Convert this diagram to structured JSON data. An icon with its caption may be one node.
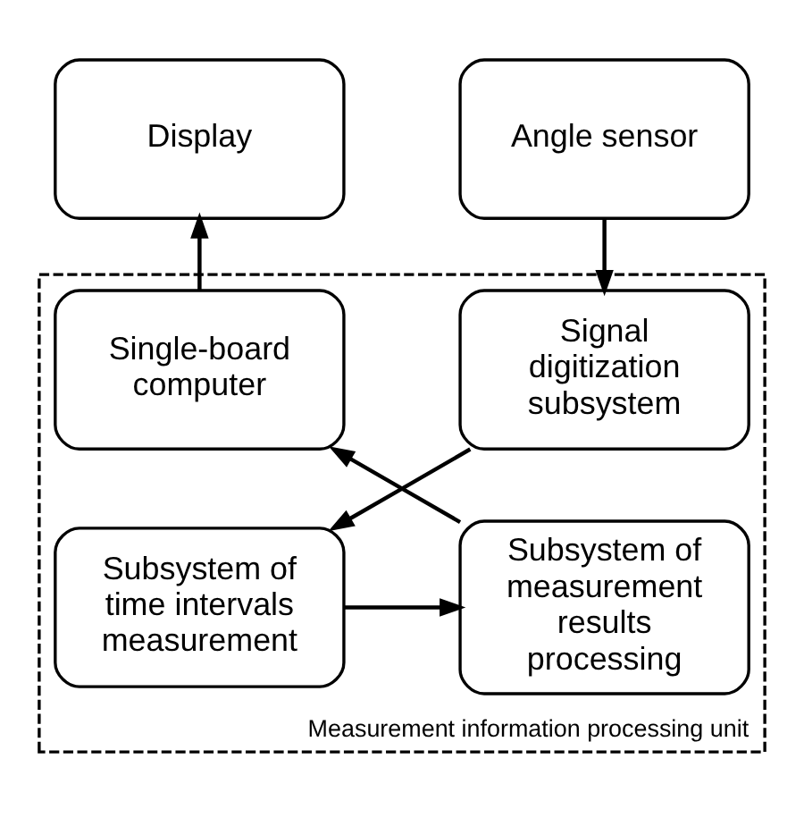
{
  "diagram": {
    "nodes": [
      {
        "text": [
          "Measurement information processing unit"
        ]
      },
      {
        "text": [
          "Angle sensor"
        ]
      },
      {
        "text": [
          "Display"
        ]
      },
      {
        "text": [
          "Signal digitization subsystem"
        ],
        "in": 0
      },
      {
        "text": [
          "Single-board computer"
        ],
        "in": 0
      },
      {
        "text": [
          "Subsystem of time intervals measurement"
        ],
        "in": 0
      },
      {
        "text": [
          "Subsystem of measurement results processing"
        ],
        "in": 0
      }
    ],
    "edges": [
      {
        "from": 1,
        "to": 3,
        "arrow": "to"
      },
      {
        "from": 3,
        "to": 5,
        "arrow": "to"
      },
      {
        "from": 5,
        "to": 6,
        "arrow": "to"
      },
      {
        "from": 6,
        "to": 4,
        "arrow": "to"
      },
      {
        "from": 4,
        "to": 2,
        "arrow": "to"
      }
    ]
  }
}
